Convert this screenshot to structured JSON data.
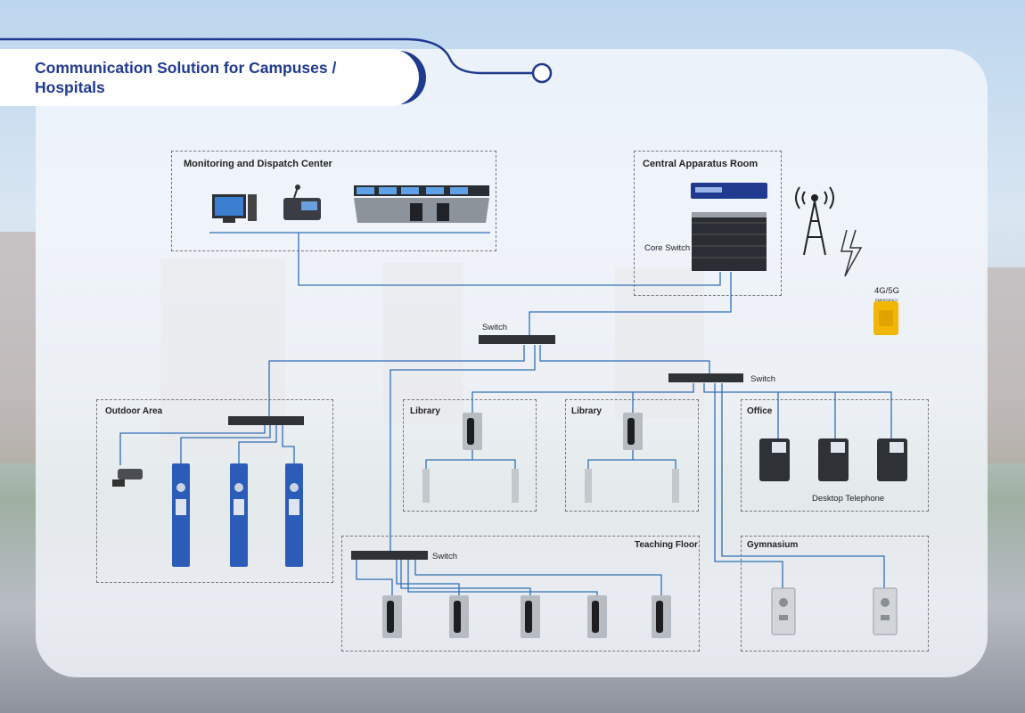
{
  "title": "Communication Solution for Campuses / Hospitals",
  "zones": {
    "monitoring": "Monitoring and Dispatch Center",
    "central": "Central Apparatus Room",
    "outdoor": "Outdoor Area",
    "library_1": "Library",
    "library_2": "Library",
    "office": "Office",
    "teaching": "Teaching Floor",
    "gym": "Gymnasium"
  },
  "labels": {
    "core_switch": "Core Switch",
    "switch_main": "Switch",
    "switch_right": "Switch",
    "switch_teaching": "Switch",
    "network": "4G/5G",
    "desktop_phone": "Desktop Telephone",
    "emergency": "EMERGENCY"
  },
  "icons": [
    "computer-icon",
    "desk-phone-icon",
    "dispatch-console-icon",
    "server-icon",
    "core-switch-icon",
    "cell-tower-icon",
    "lightning-icon",
    "network-switch-icon",
    "cctv-camera-icon",
    "emergency-pillar-icon",
    "wall-phone-icon",
    "speaker-icon",
    "intercom-icon",
    "emergency-phone-icon"
  ],
  "colors": {
    "accent": "#1f3a8f",
    "link": "#2f6fb5",
    "pillar": "#2a5cb8",
    "emergency": "#f2b705"
  }
}
